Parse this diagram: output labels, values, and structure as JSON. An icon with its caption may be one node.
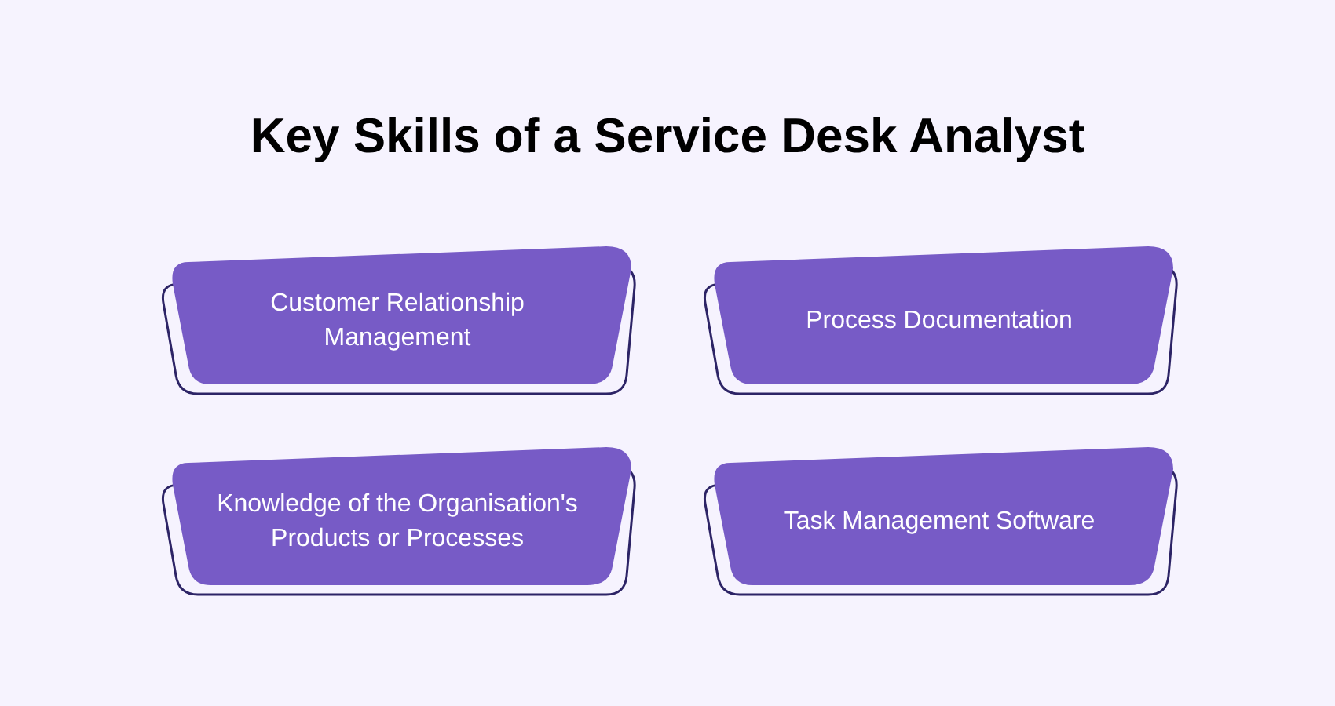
{
  "diagram": {
    "title": "Key Skills of a Service Desk Analyst",
    "nodes": [
      {
        "text": [
          "Customer Relationship Management"
        ]
      },
      {
        "text": [
          "Process Documentation"
        ]
      },
      {
        "text": [
          "Knowledge of the Organisation's Products or Processes"
        ]
      },
      {
        "text": [
          "Task Management Software"
        ]
      }
    ]
  }
}
